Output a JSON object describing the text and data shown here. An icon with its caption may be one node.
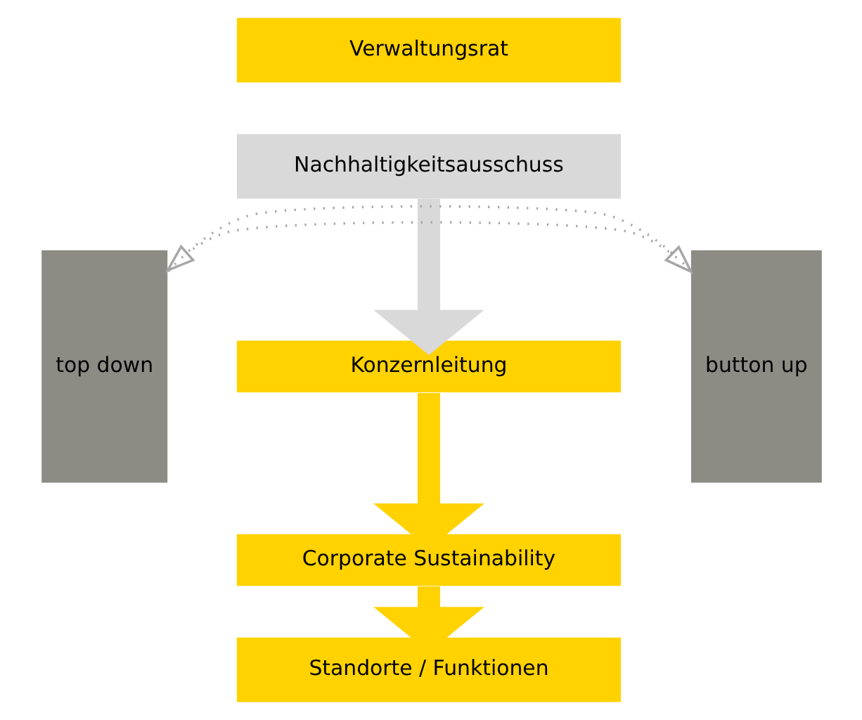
{
  "diagram": {
    "nodes": [
      {
        "text": [
          "Verwaltungsrat"
        ]
      },
      {
        "text": [
          "Nachhaltigkeitsausschuss"
        ]
      },
      {
        "text": [
          "Konzernleitung"
        ]
      },
      {
        "text": [
          "Corporate Sustainability"
        ]
      },
      {
        "text": [
          "Standorte / Funktionen"
        ]
      },
      {
        "text": [
          "top down"
        ]
      },
      {
        "text": [
          "button up"
        ]
      }
    ],
    "edges": [
      {
        "from": 1,
        "to": 2,
        "arrow": "to",
        "color": "#d9d9d9"
      },
      {
        "from": 2,
        "to": 3,
        "arrow": "to",
        "color": "#ffd200"
      },
      {
        "from": 3,
        "to": 4,
        "arrow": "to",
        "color": "#ffd200"
      },
      {
        "from": 6,
        "to": 5,
        "arrow": "to",
        "style": "dashed",
        "color": "#a6a6a6"
      },
      {
        "from": 5,
        "to": 6,
        "arrow": "to",
        "style": "dashed",
        "color": "#a6a6a6"
      }
    ]
  }
}
